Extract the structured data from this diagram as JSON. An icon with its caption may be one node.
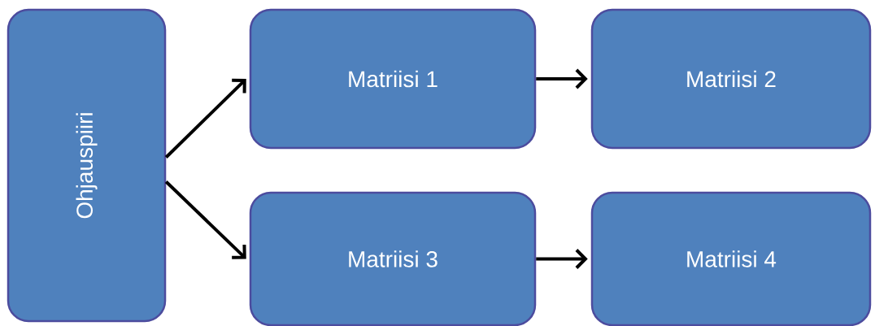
{
  "diagram": {
    "nodes": [
      {
        "text": [
          "Ohjauspiiri"
        ]
      },
      {
        "text": [
          "Matriisi 1"
        ]
      },
      {
        "text": [
          "Matriisi 2"
        ]
      },
      {
        "text": [
          "Matriisi 3"
        ]
      },
      {
        "text": [
          "Matriisi 4"
        ]
      }
    ],
    "edges": [
      {
        "from": 0,
        "to": 1,
        "arrow": "to"
      },
      {
        "from": 0,
        "to": 3,
        "arrow": "to"
      },
      {
        "from": 1,
        "to": 2,
        "arrow": "to"
      },
      {
        "from": 3,
        "to": 4,
        "arrow": "to"
      }
    ]
  }
}
